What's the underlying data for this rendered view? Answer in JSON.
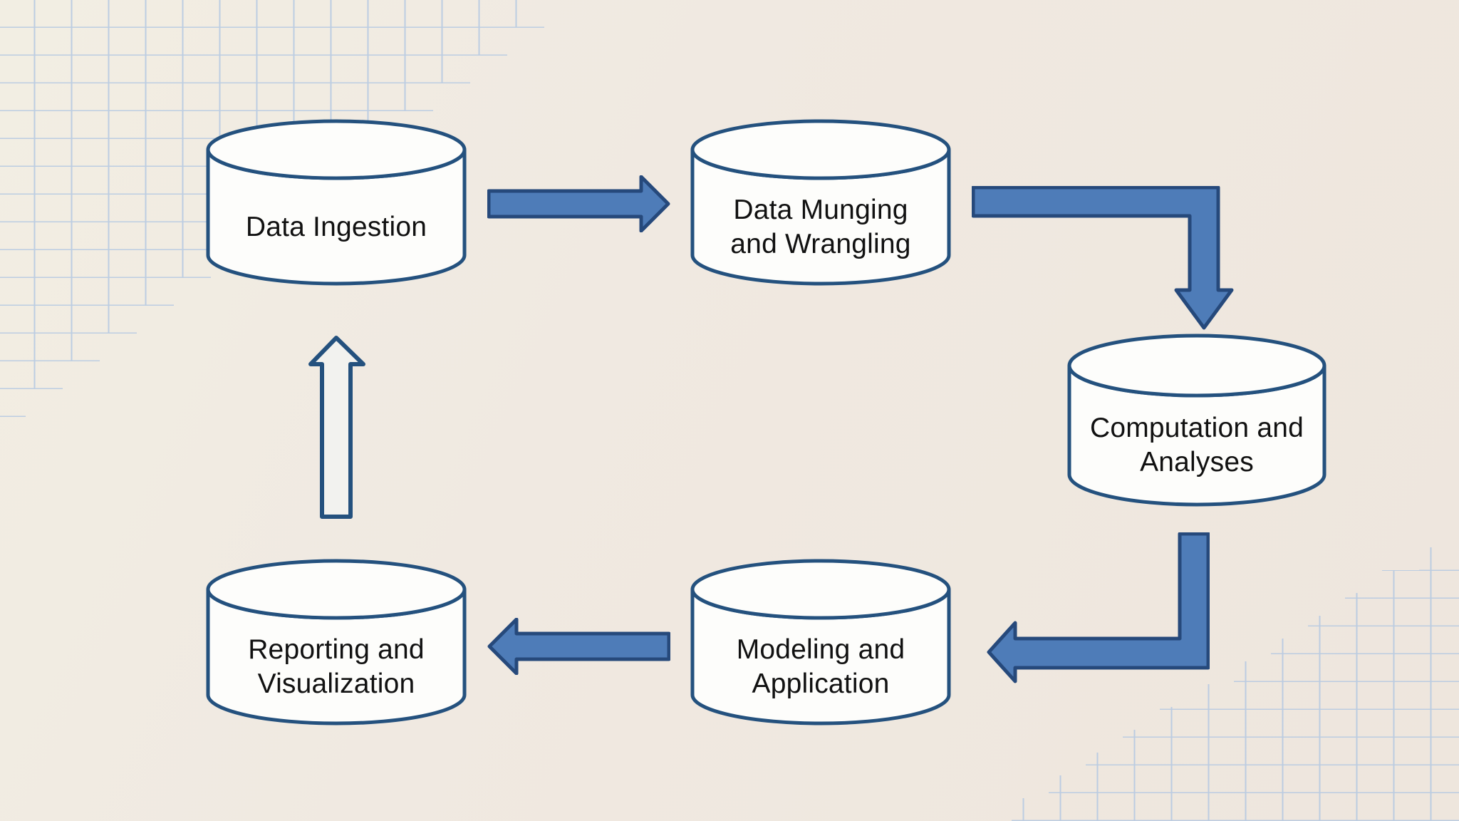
{
  "diagram": {
    "type": "cycle-flowchart",
    "background_color": "#efe8e0",
    "grid_line_color": "#b3c8e2",
    "node_fill": "#fdfdfb",
    "node_stroke": "#24517e",
    "arrow_fill": "#4e7cb8",
    "arrow_stroke": "#26497b",
    "return_arrow_fill": "#f2f2ef",
    "text_color": "#111111",
    "nodes": {
      "ingestion": {
        "line1": "Data Ingestion",
        "line2": ""
      },
      "munging": {
        "line1": "Data Munging",
        "line2": "and Wrangling"
      },
      "computation": {
        "line1": "Computation and",
        "line2": "Analyses"
      },
      "modeling": {
        "line1": "Modeling and",
        "line2": "Application"
      },
      "reporting": {
        "line1": "Reporting and",
        "line2": "Visualization"
      }
    },
    "flow": [
      {
        "from": "Data Ingestion",
        "to": "Data Munging and Wrangling"
      },
      {
        "from": "Data Munging and Wrangling",
        "to": "Computation and Analyses"
      },
      {
        "from": "Computation and Analyses",
        "to": "Modeling and Application"
      },
      {
        "from": "Modeling and Application",
        "to": "Reporting and Visualization"
      },
      {
        "from": "Reporting and Visualization",
        "to": "Data Ingestion"
      }
    ]
  }
}
